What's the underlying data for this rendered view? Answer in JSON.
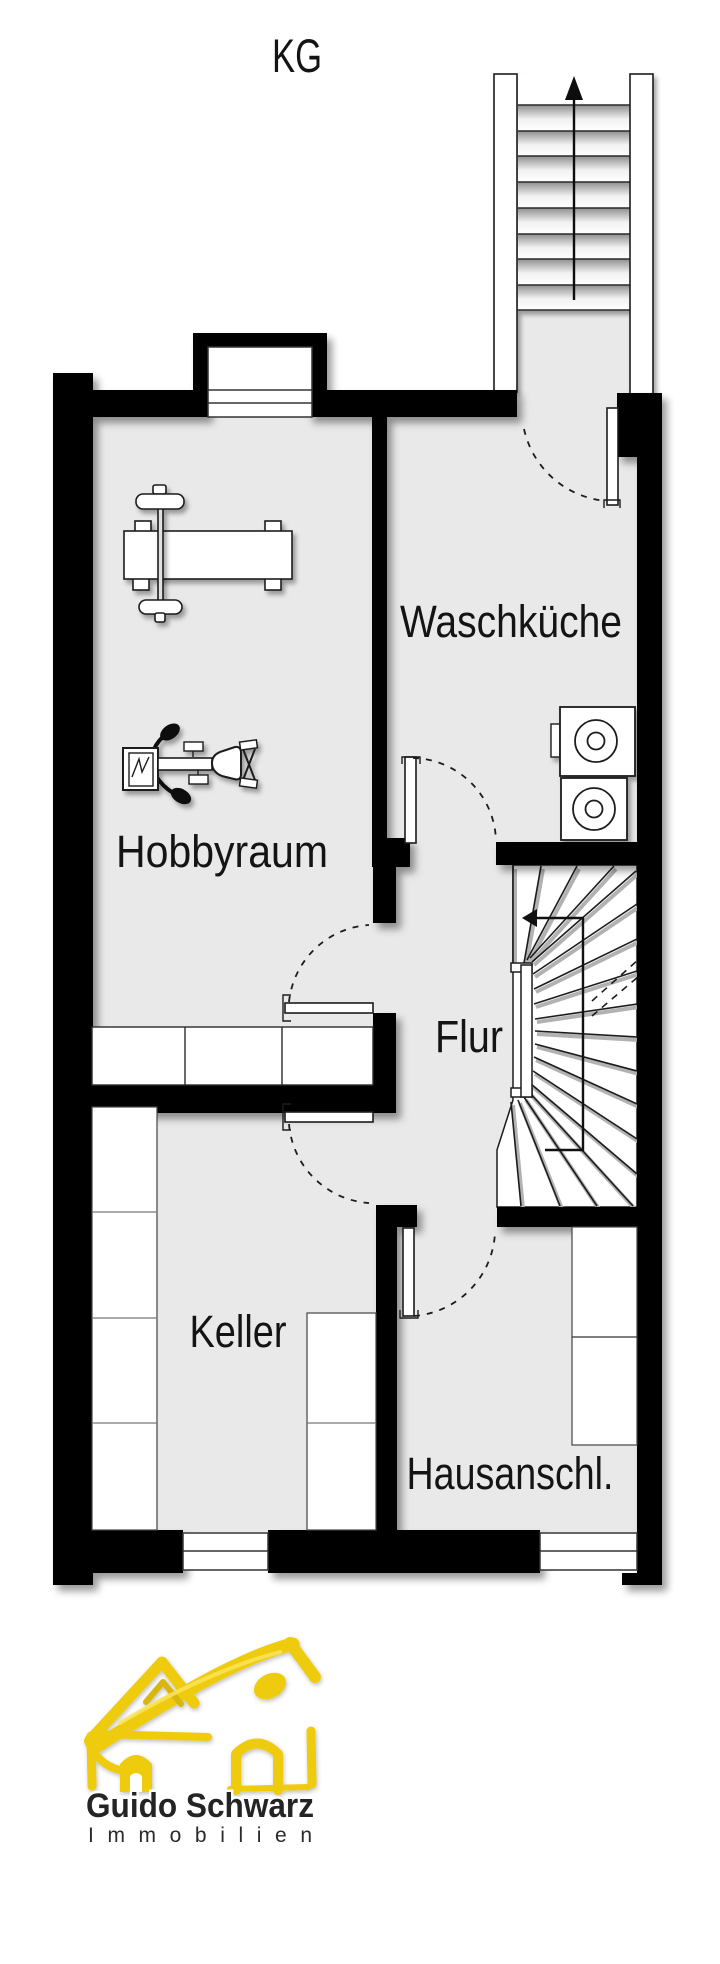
{
  "floorplan": {
    "title": "KG",
    "rooms": {
      "waschkueche": {
        "label": "Waschküche"
      },
      "hobbyraum": {
        "label": "Hobbyraum"
      },
      "flur": {
        "label": "Flur"
      },
      "keller": {
        "label": "Keller"
      },
      "hausanschluss": {
        "label": "Hausanschl."
      }
    },
    "colors": {
      "wall": "#000000",
      "room_fill": "#e9e9e9",
      "window_fill": "#ffffff"
    }
  },
  "logo": {
    "company": "Guido Schwarz",
    "tagline": "Immobilien",
    "color": "#efcb11"
  }
}
